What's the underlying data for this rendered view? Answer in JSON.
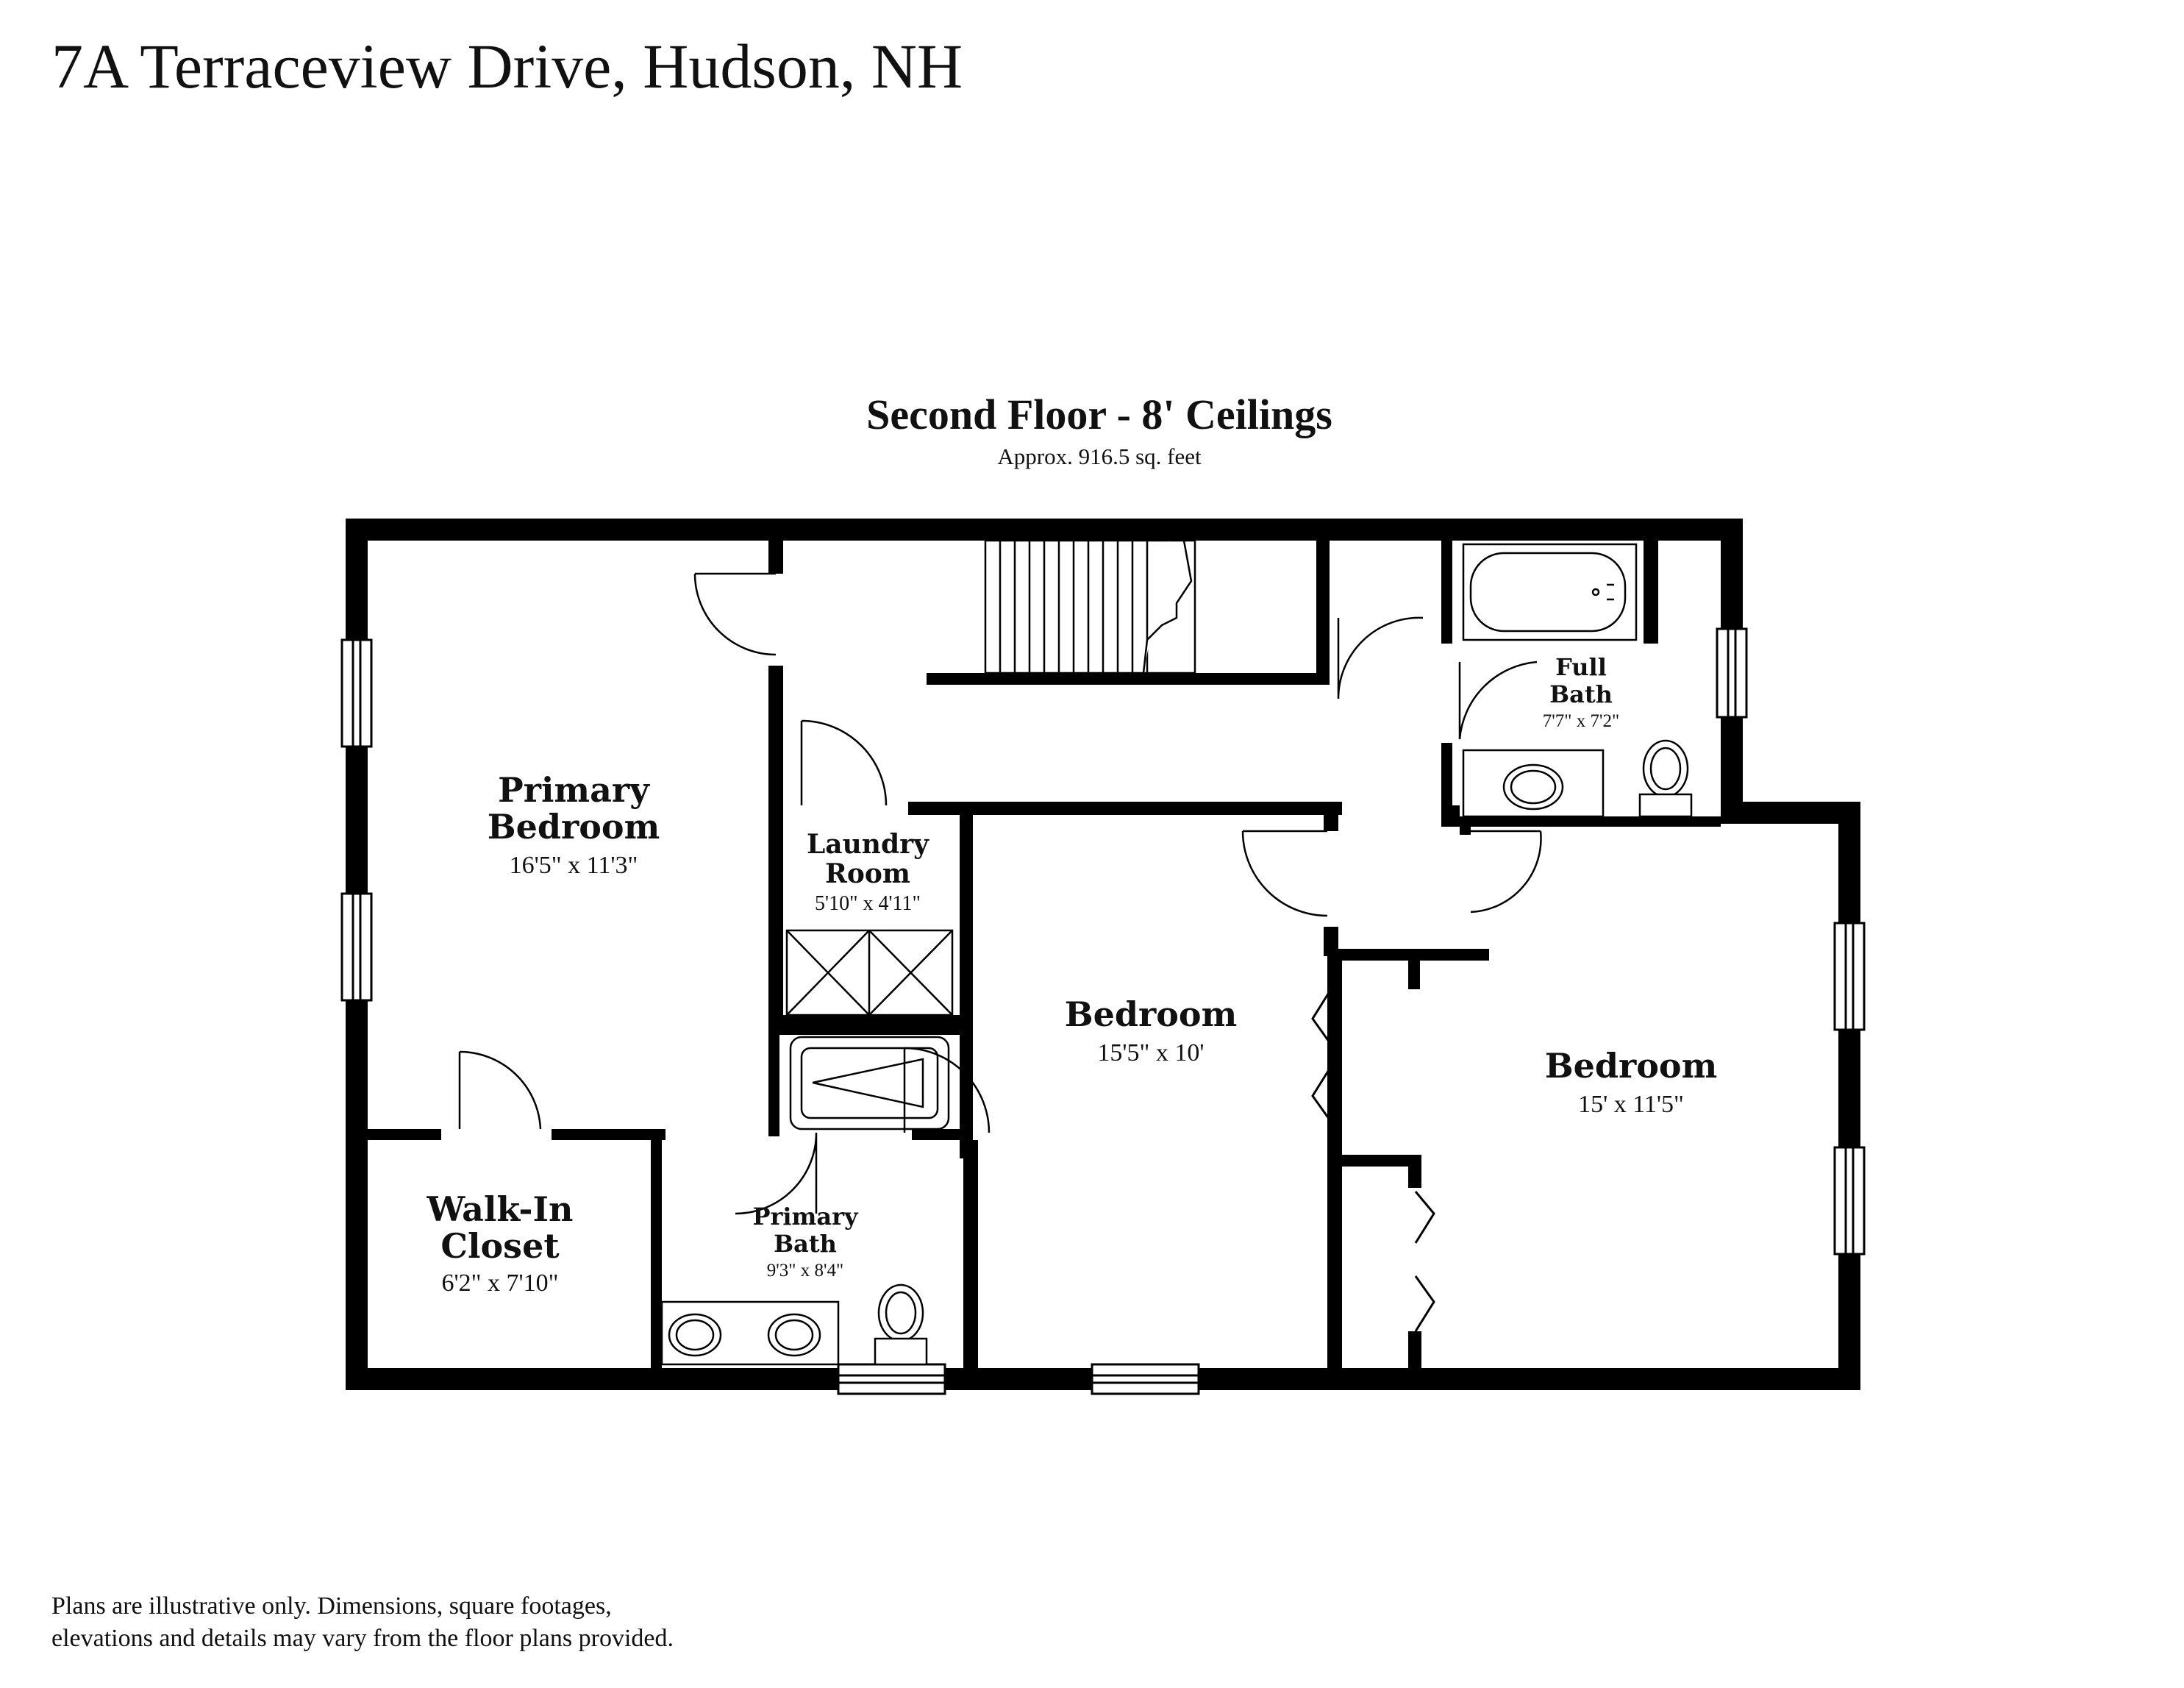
{
  "address": "7A Terraceview Drive, Hudson, NH",
  "floor": {
    "title": "Second Floor - 8' Ceilings",
    "area": "Approx. 916.5 sq. feet"
  },
  "rooms": {
    "primary_bedroom": {
      "name_line1": "Primary",
      "name_line2": "Bedroom",
      "dims": "16'5\" x 11'3\""
    },
    "laundry": {
      "name_line1": "Laundry",
      "name_line2": "Room",
      "dims": "5'10\" x 4'11\""
    },
    "bedroom_mid": {
      "name": "Bedroom",
      "dims": "15'5\" x 10'"
    },
    "bedroom_right": {
      "name": "Bedroom",
      "dims": "15' x 11'5\""
    },
    "walk_in": {
      "name_line1": "Walk-In",
      "name_line2": "Closet",
      "dims": "6'2\" x 7'10\""
    },
    "primary_bath": {
      "name_line1": "Primary",
      "name_line2": "Bath",
      "dims": "9'3\" x 8'4\""
    },
    "full_bath": {
      "name_line1": "Full",
      "name_line2": "Bath",
      "dims": "7'7\" x 7'2\""
    }
  },
  "disclaimer": {
    "line1": "Plans are illustrative only. Dimensions, square footages,",
    "line2": "elevations and details may vary from the floor plans provided."
  }
}
